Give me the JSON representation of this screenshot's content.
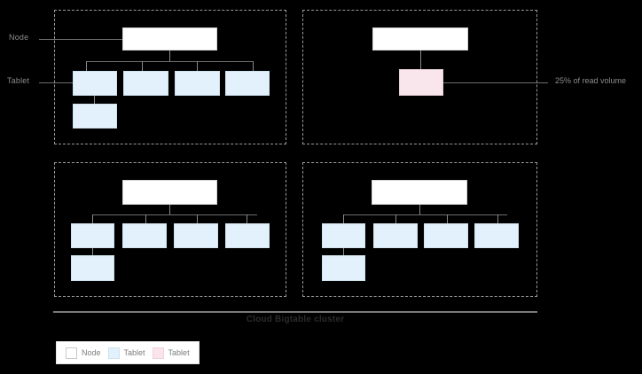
{
  "diagram": {
    "title": "Cloud Bigtable cluster",
    "side_labels": {
      "node": "Node",
      "tablet": "Tablet"
    },
    "callout": {
      "hot_tablet": "25% of read volume"
    },
    "legend": {
      "items": [
        {
          "label": "Node",
          "swatch": "node-swatch",
          "color": "#ffffff"
        },
        {
          "label": "Tablet",
          "swatch": "tablet-swatch",
          "color": "#e2f1fb"
        },
        {
          "label": "Tablet",
          "swatch": "hot-tablet-swatch",
          "color": "#fbe4ec"
        }
      ]
    },
    "colors": {
      "background": "#000000",
      "node_fill": "#ffffff",
      "tablet_fill": "#e2f1fb",
      "hot_tablet_fill": "#f9e6ed",
      "connector": "#6e6e6e",
      "dashed_border": "#9a9a9a",
      "label_text": "#8c8c8c",
      "caption_text": "#2b2b2b"
    },
    "quadrants": [
      {
        "name": "node-group-top-left",
        "node_count": 1,
        "tablet_count": 5,
        "hot_tablet_count": 0
      },
      {
        "name": "node-group-top-right",
        "node_count": 1,
        "tablet_count": 0,
        "hot_tablet_count": 1
      },
      {
        "name": "node-group-bottom-left",
        "node_count": 1,
        "tablet_count": 5,
        "hot_tablet_count": 0
      },
      {
        "name": "node-group-bottom-right",
        "node_count": 1,
        "tablet_count": 5,
        "hot_tablet_count": 0
      }
    ]
  }
}
